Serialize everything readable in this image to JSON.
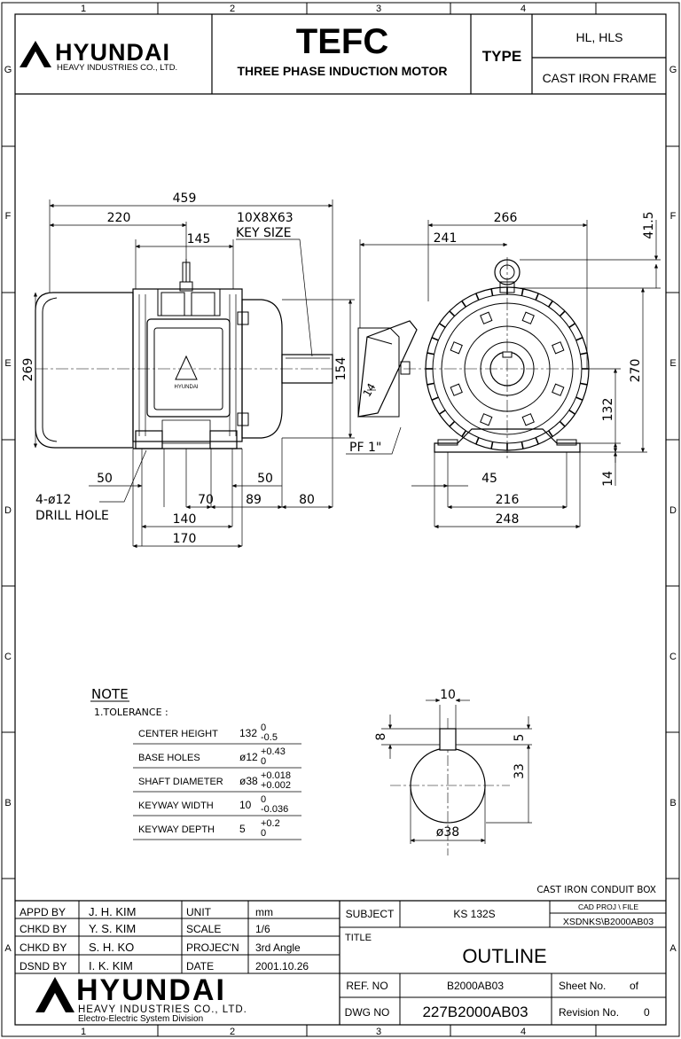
{
  "border": {
    "cols": [
      "1",
      "2",
      "3",
      "4"
    ],
    "rows": [
      "G",
      "F",
      "E",
      "D",
      "C",
      "B",
      "A"
    ]
  },
  "header": {
    "brand": "HYUNDAI",
    "brand_sub": "HEAVY INDUSTRIES CO., LTD.",
    "product": "TEFC",
    "product_sub": "THREE PHASE INDUCTION MOTOR",
    "type_label": "TYPE",
    "type_value": "HL, HLS",
    "frame": "CAST IRON FRAME"
  },
  "dimensions": {
    "overall_length": "459",
    "d220": "220",
    "d145": "145",
    "key_size_value": "10X8X63",
    "key_size_label": "KEY SIZE",
    "d266": "266",
    "d241": "241",
    "d41_5": "41.5",
    "d269": "269",
    "d154": "154",
    "d14_box": "14",
    "d270": "270",
    "d132": "132",
    "conduit": "PF 1\"",
    "d50_left": "50",
    "d50_right": "50",
    "d70": "70",
    "d89": "89",
    "d80": "80",
    "d140": "140",
    "d170": "170",
    "holes": "4-ø12",
    "drill_hole": "DRILL HOLE",
    "d45": "45",
    "d216": "216",
    "d248": "248",
    "d14_foot": "14"
  },
  "shaft_detail": {
    "width": "10",
    "depth": "8",
    "key_inset": "5",
    "height": "33",
    "diameter": "ø38"
  },
  "note": {
    "title": "NOTE",
    "subtitle": "1.TOLERANCE :",
    "rows": [
      {
        "label": "CENTER HEIGHT",
        "nominal": "132",
        "upper": "0",
        "lower": "-0.5"
      },
      {
        "label": "BASE HOLES",
        "nominal": "ø12",
        "upper": "+0.43",
        "lower": "0"
      },
      {
        "label": "SHAFT DIAMETER",
        "nominal": "ø38",
        "upper": "+0.018",
        "lower": "+0.002"
      },
      {
        "label": "KEYWAY WIDTH",
        "nominal": "10",
        "upper": "0",
        "lower": "-0.036"
      },
      {
        "label": "KEYWAY DEPTH",
        "nominal": "5",
        "upper": "+0.2",
        "lower": "0"
      }
    ]
  },
  "title_block": {
    "conduit_box": "CAST IRON CONDUIT BOX",
    "people": [
      {
        "role": "APPD BY",
        "name": "J. H. KIM"
      },
      {
        "role": "CHKD BY",
        "name": "Y. S. KIM"
      },
      {
        "role": "CHKD BY",
        "name": "S. H. KO"
      },
      {
        "role": "DSND BY",
        "name": "I. K. KIM"
      }
    ],
    "props": [
      {
        "label": "UNIT",
        "value": "mm"
      },
      {
        "label": "SCALE",
        "value": "1/6"
      },
      {
        "label": "PROJEC'N",
        "value": "3rd Angle"
      },
      {
        "label": "DATE",
        "value": "2001.10.26"
      }
    ],
    "subject_label": "SUBJECT",
    "subject_value": "KS 132S",
    "cad_label": "CAD PROJ  \\ FILE",
    "cad_value": "XSDNKS\\B2000AB03",
    "title_label": "TITLE",
    "title_value": "OUTLINE",
    "ref_label": "REF. NO",
    "ref_value": "B2000AB03",
    "sheet_label": "Sheet No.",
    "sheet_of": "of",
    "dwg_label": "DWG NO",
    "dwg_value": "227B2000AB03",
    "revision_label": "Revision No.",
    "revision_value": "0",
    "brand": "HYUNDAI",
    "brand_sub": "HEAVY INDUSTRIES CO., LTD.",
    "brand_div": "Electro-Electric System Division"
  }
}
